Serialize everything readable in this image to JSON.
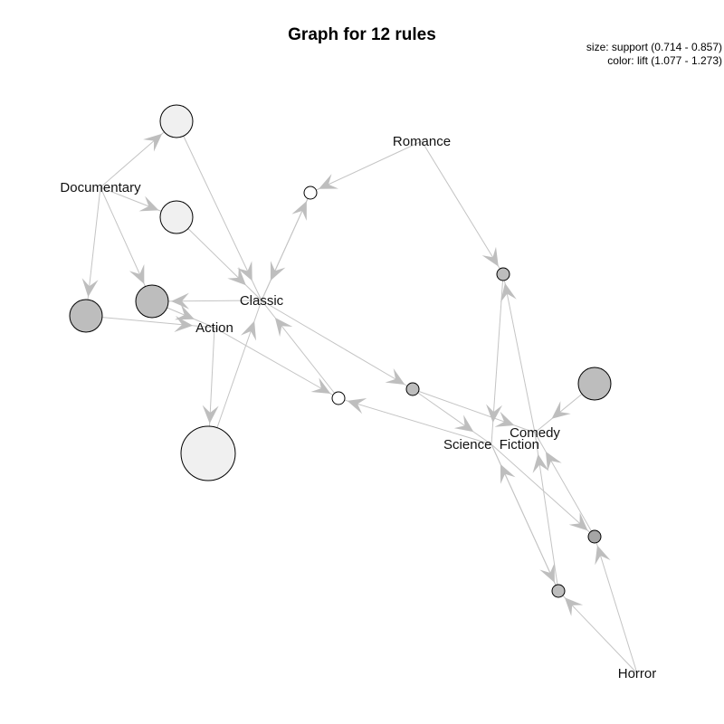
{
  "title": "Graph for 12 rules",
  "legend": {
    "size": "size: support (0.714 - 0.857)",
    "color": "color: lift (1.077 - 1.273)"
  },
  "items": [
    {
      "id": "documentary",
      "label": "Documentary"
    },
    {
      "id": "romance",
      "label": "Romance"
    },
    {
      "id": "classic",
      "label": "Classic"
    },
    {
      "id": "action",
      "label": "Action"
    },
    {
      "id": "scifi",
      "label": "Science  Fiction"
    },
    {
      "id": "comedy",
      "label": "Comedy"
    },
    {
      "id": "horror",
      "label": "Horror"
    }
  ],
  "rules": [
    {
      "id": "r1",
      "fill": "#f0f0f0"
    },
    {
      "id": "r2",
      "fill": "#f0f0f0"
    },
    {
      "id": "r3",
      "fill": "#bdbdbd"
    },
    {
      "id": "r4",
      "fill": "#bdbdbd"
    },
    {
      "id": "r5",
      "fill": "#ffffff"
    },
    {
      "id": "r6",
      "fill": "#f0f0f0"
    },
    {
      "id": "r7",
      "fill": "#bdbdbd"
    },
    {
      "id": "r8",
      "fill": "#ffffff"
    },
    {
      "id": "r9",
      "fill": "#bdbdbd"
    },
    {
      "id": "r10",
      "fill": "#bdbdbd"
    },
    {
      "id": "r11",
      "fill": "#bdbdbd"
    },
    {
      "id": "r12",
      "fill": "#a6a6a6"
    }
  ],
  "edges": [
    [
      "documentary",
      "r1"
    ],
    [
      "r1",
      "classic"
    ],
    [
      "documentary",
      "r2"
    ],
    [
      "r2",
      "classic"
    ],
    [
      "documentary",
      "r3"
    ],
    [
      "r3",
      "action"
    ],
    [
      "documentary",
      "r4"
    ],
    [
      "classic",
      "r4"
    ],
    [
      "r4",
      "action"
    ],
    [
      "romance",
      "r5"
    ],
    [
      "r5",
      "classic"
    ],
    [
      "classic",
      "r5"
    ],
    [
      "action",
      "r6"
    ],
    [
      "r6",
      "classic"
    ],
    [
      "romance",
      "r7"
    ],
    [
      "r7",
      "scifi"
    ],
    [
      "comedy",
      "r7"
    ],
    [
      "action",
      "r8"
    ],
    [
      "scifi",
      "r8"
    ],
    [
      "r8",
      "classic"
    ],
    [
      "classic",
      "r9"
    ],
    [
      "r9",
      "scifi"
    ],
    [
      "r9",
      "comedy"
    ],
    [
      "r10",
      "comedy"
    ],
    [
      "scifi",
      "r11"
    ],
    [
      "r11",
      "scifi"
    ],
    [
      "horror",
      "r11"
    ],
    [
      "r11",
      "comedy"
    ],
    [
      "scifi",
      "r12"
    ],
    [
      "horror",
      "r12"
    ],
    [
      "r12",
      "comedy"
    ]
  ]
}
